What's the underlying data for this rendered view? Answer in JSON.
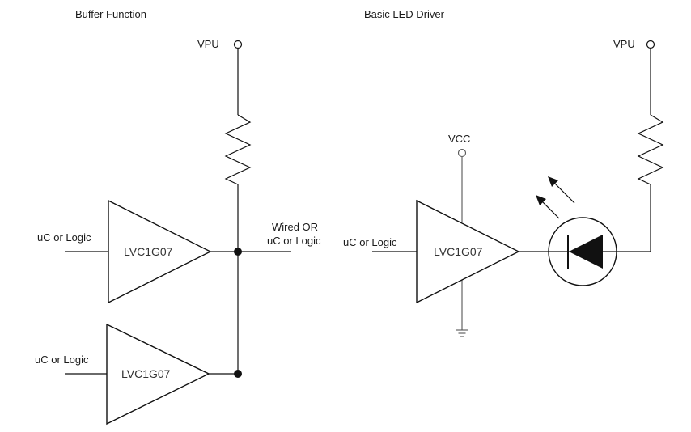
{
  "buffer_function": {
    "title": "Buffer Function",
    "supply_label": "VPU",
    "gate_top_label": "LVC1G07",
    "gate_bottom_label": "LVC1G07",
    "input_top_label": "uC or Logic",
    "input_bottom_label": "uC or Logic",
    "output_label_line1": "Wired OR",
    "output_label_line2": "uC or Logic"
  },
  "led_driver": {
    "title": "Basic LED Driver",
    "vcc_label": "VCC",
    "supply_label": "VPU",
    "gate_label": "LVC1G07",
    "input_label": "uC or Logic"
  },
  "colors": {
    "wire": "#111111",
    "node": "#111111",
    "led_fill": "#111111",
    "background": "#ffffff"
  }
}
